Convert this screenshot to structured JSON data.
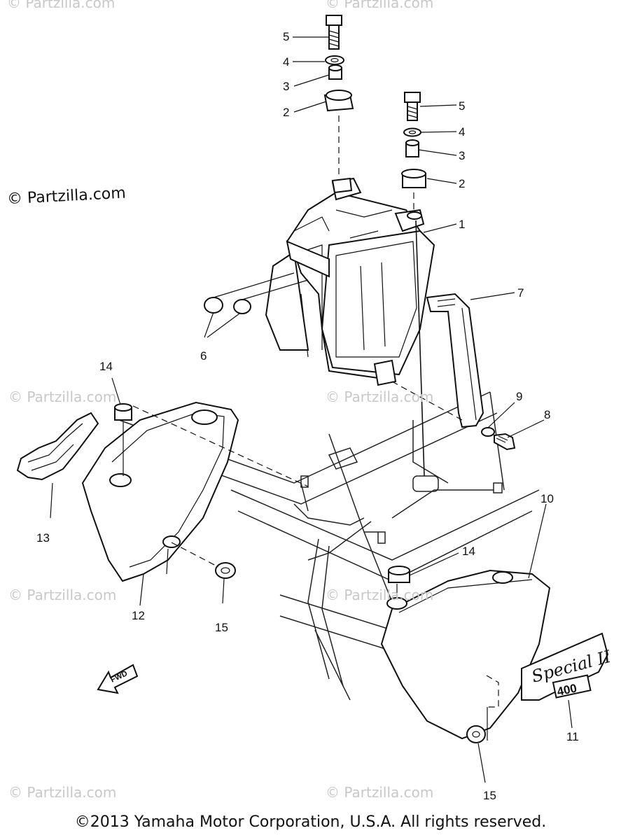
{
  "watermark_main": "© Partzilla.com",
  "watermark_faint": "© Partzilla.com",
  "copyright": "©2013 Yamaha Motor Corporation, U.S.A. All rights reserved.",
  "labels": {
    "l1": "1",
    "l2a": "2",
    "l2b": "2",
    "l3a": "3",
    "l3b": "3",
    "l4a": "4",
    "l4b": "4",
    "l5a": "5",
    "l5b": "5",
    "l6": "6",
    "l7": "7",
    "l8": "8",
    "l9": "9",
    "l10": "10",
    "l11": "11",
    "l12": "12",
    "l13": "13",
    "l14a": "14",
    "l14b": "14",
    "l15a": "15",
    "l15b": "15"
  },
  "fwd_arrow": "FWD",
  "emblem": {
    "script": "Special II",
    "number": "400"
  }
}
